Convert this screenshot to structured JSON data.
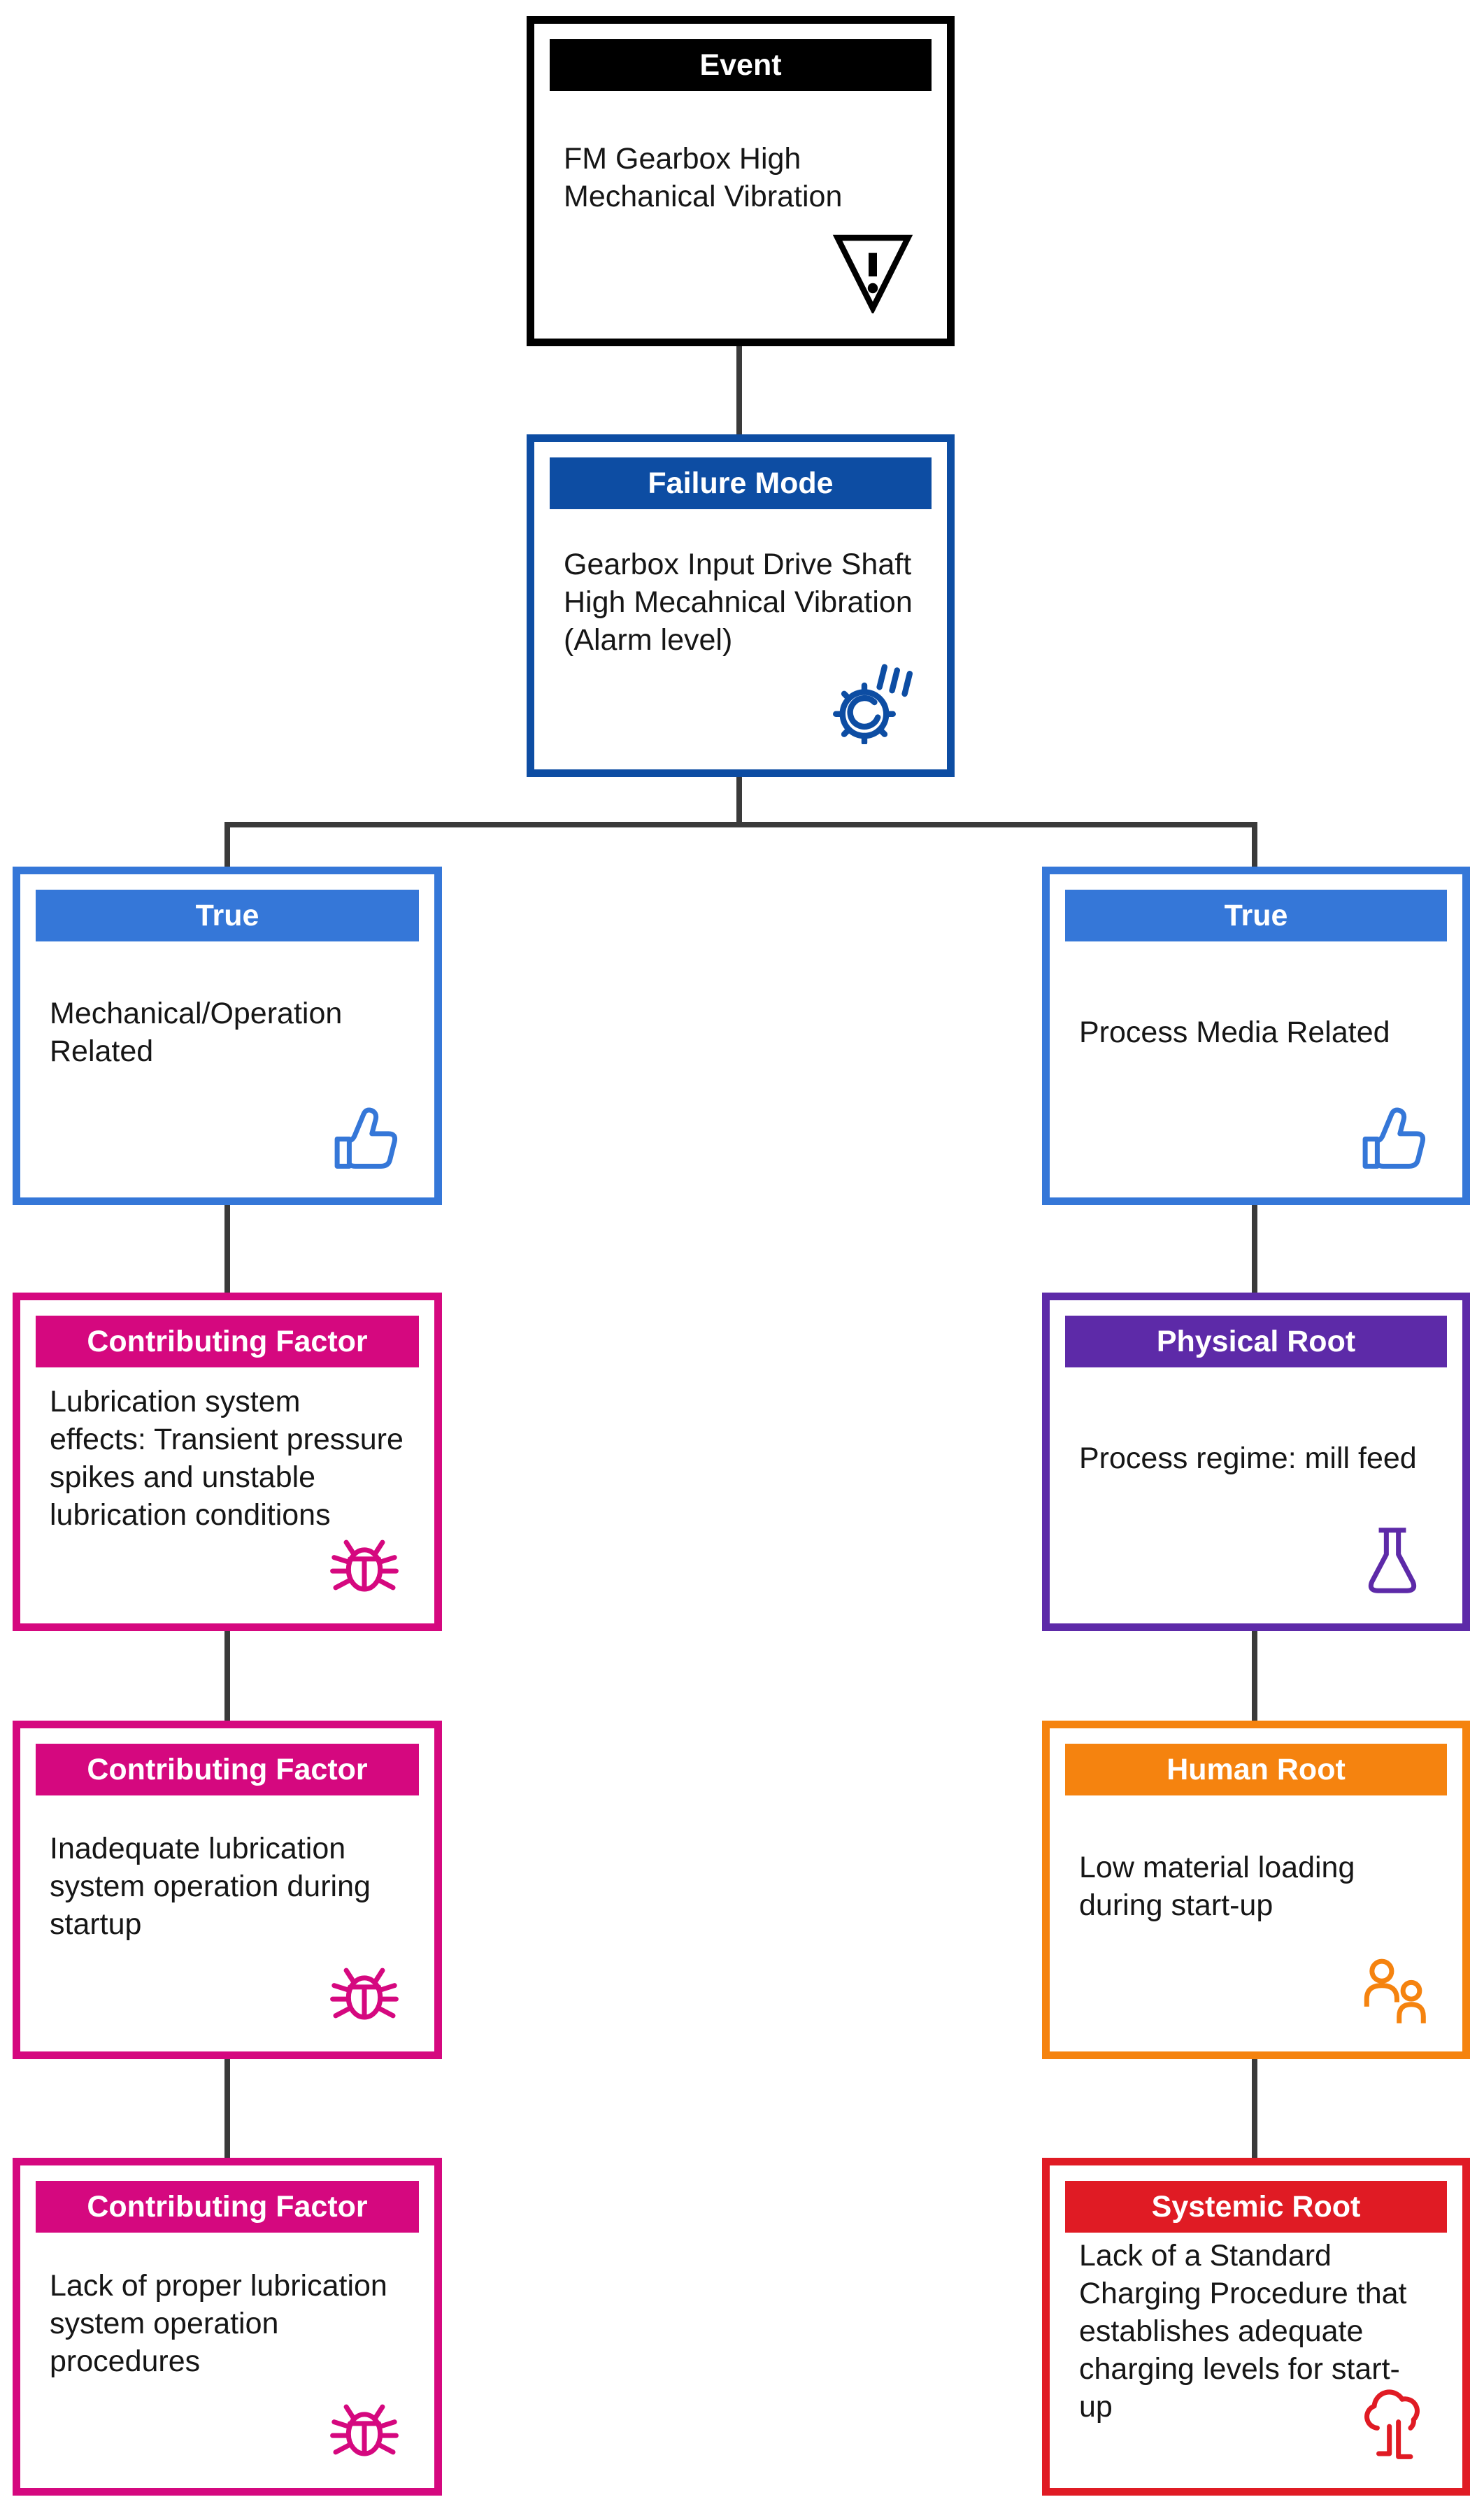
{
  "diagram": {
    "title": "Root cause analysis tree",
    "connector_color": "#3a3a3a",
    "background_color": "#ffffff",
    "header_text_color": "#ffffff",
    "body_text_color": "#161616",
    "nodes": [
      {
        "id": "event",
        "header": "Event",
        "body": "FM Gearbox High Mechanical Vibration",
        "icon": "warning-icon",
        "color": "#000000"
      },
      {
        "id": "failure-mode",
        "header": "Failure Mode",
        "body": "Gearbox Input Drive Shaft High Mecahnical Vibration (Alarm level)",
        "icon": "gear-vibration-icon",
        "color": "#0d4da3"
      },
      {
        "id": "true-mechanical",
        "header": "True",
        "body": "Mechanical/Operation Related",
        "icon": "thumbs-up-icon",
        "color": "#3577d8"
      },
      {
        "id": "true-process-media",
        "header": "True",
        "body": "Process Media Related",
        "icon": "thumbs-up-icon",
        "color": "#3577d8"
      },
      {
        "id": "contributing-factor-1",
        "header": "Contributing Factor",
        "body": "Lubrication system effects: Transient pressure spikes and unstable lubrication conditions",
        "icon": "bug-icon",
        "color": "#d5087f"
      },
      {
        "id": "physical-root",
        "header": "Physical Root",
        "body": "Process regime: mill feed",
        "icon": "flask-icon",
        "color": "#5d2aa8"
      },
      {
        "id": "contributing-factor-2",
        "header": "Contributing Factor",
        "body": "Inadequate lubrication system operation during startup",
        "icon": "bug-icon",
        "color": "#d5087f"
      },
      {
        "id": "human-root",
        "header": "Human Root",
        "body": "Low material loading during start-up",
        "icon": "people-icon",
        "color": "#f5830f"
      },
      {
        "id": "contributing-factor-3",
        "header": "Contributing Factor",
        "body": "Lack of proper lubrication system operation procedures",
        "icon": "bug-icon",
        "color": "#d5087f"
      },
      {
        "id": "systemic-root",
        "header": "Systemic Root",
        "body": "Lack of a Standard Charging Procedure that establishes adequate charging levels for start-up",
        "icon": "tree-icon",
        "color": "#e01b24"
      }
    ]
  }
}
